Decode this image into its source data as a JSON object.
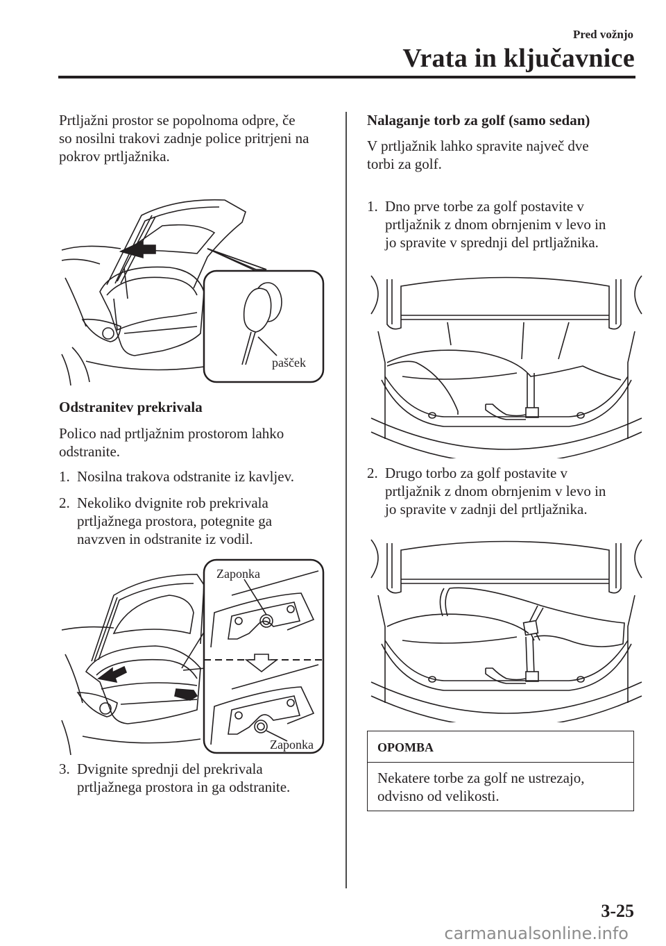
{
  "header": {
    "section_label": "Pred vožnjo",
    "chapter_title": "Vrata in ključavnice"
  },
  "left_column": {
    "intro_paragraph": [
      "Prtljažni prostor se popolnoma odpre, če",
      "so nosilni trakovi zadnje police pritrjeni na",
      "pokrov prtljažnika."
    ],
    "figure1": {
      "callout_label": "pašček"
    },
    "section_heading": "Odstranitev prekrivala",
    "section_paragraph": [
      "Polico nad prtljažnim prostorom lahko",
      "odstranite."
    ],
    "steps": [
      {
        "num": "1.",
        "lines": [
          "Nosilna trakova odstranite iz kavljev."
        ]
      },
      {
        "num": "2.",
        "lines": [
          "Nekoliko dvignite rob prekrivala",
          "prtljažnega prostora, potegnite ga",
          "navzven in odstranite iz vodil."
        ]
      },
      {
        "num": "3.",
        "lines": [
          "Dvignite sprednji del prekrivala",
          "prtljažnega prostora in ga odstranite."
        ]
      }
    ],
    "figure2": {
      "callout_top_label": "Zaponka",
      "callout_bottom_label": "Zaponka"
    }
  },
  "right_column": {
    "section_heading": "Nalaganje torb za golf (samo sedan)",
    "section_paragraph": [
      "V prtljažnik lahko spravite največ dve",
      "torbi za golf."
    ],
    "steps": [
      {
        "num": "1.",
        "lines": [
          "Dno prve torbe za golf postavite v",
          "prtljažnik z dnom obrnjenim v levo in",
          "jo spravite v sprednji del prtljažnika."
        ]
      },
      {
        "num": "2.",
        "lines": [
          "Drugo torbo za golf postavite v",
          "prtljažnik z dnom obrnjenim v levo in",
          "jo spravite v zadnji del prtljažnika."
        ]
      }
    ],
    "note": {
      "title": "OPOMBA",
      "lines": [
        "Nekatere torbe za golf ne ustrezajo,",
        "odvisno od velikosti."
      ]
    }
  },
  "footer": {
    "page_number": "3-25",
    "watermark": "carmanualsonline.info"
  }
}
